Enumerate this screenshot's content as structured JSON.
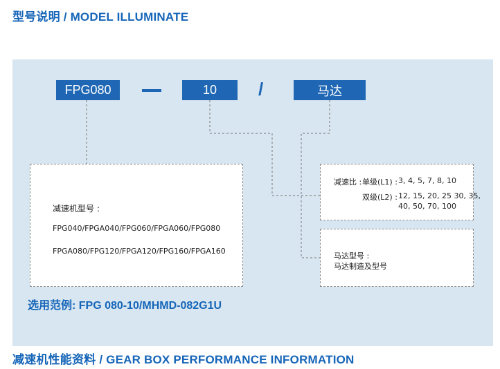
{
  "header": {
    "top_title": "型号说明 / MODEL ILLUMINATE",
    "bottom_title": "减速机性能资料 / GEAR BOX PERFORMANCE INFORMATION"
  },
  "code": {
    "model": "FPG080",
    "ratio": "10",
    "motor": "马达"
  },
  "reducer_box": {
    "label": "减速机型号 :",
    "line1": "FPG040/FPGA040/FPG060/FPGA060/FPG080",
    "line2": "FPGA080/FPG120/FPGA120/FPG160/FPGA160"
  },
  "ratio_box": {
    "label": "减速比 :",
    "single_label": "单级(L1) :",
    "single_values": "3, 4, 5, 7, 8, 10",
    "double_label": "双级(L2) :",
    "double_values_1": "12, 15, 20, 25  30, 35,",
    "double_values_2": "40, 50,  70, 100"
  },
  "motor_box": {
    "label": "马达型号 :",
    "desc": "马达制造及型号"
  },
  "example": "选用范例: FPG 080-10/MHMD-082G1U",
  "colors": {
    "brand_blue": "#1f67b4",
    "header_blue": "#1565b8",
    "panel_bg": "#d7e6f1",
    "dash_gray": "#8a8a8a"
  }
}
